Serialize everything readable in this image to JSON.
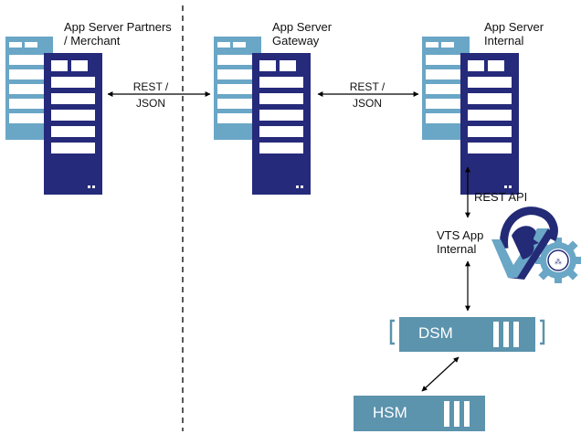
{
  "servers": {
    "partners": {
      "title": "App Server Partners",
      "subtitle": "/ Merchant"
    },
    "gateway": {
      "title": "App Server",
      "subtitle": "Gateway"
    },
    "internal": {
      "title": "App Server",
      "subtitle": "Internal"
    }
  },
  "links": {
    "partners_gateway": {
      "line1": "REST /",
      "line2": "JSON"
    },
    "gateway_internal": {
      "line1": "REST /",
      "line2": "JSON"
    },
    "internal_vts": "REST API"
  },
  "vts": {
    "line1": "VTS App",
    "line2": "Internal"
  },
  "dsm": {
    "label": "DSM"
  },
  "hsm": {
    "label": "HSM"
  },
  "colors": {
    "server_back": "#6aa6c6",
    "server_front": "#252a7a",
    "appliance": "#5c93ad",
    "logo_dark": "#232a76",
    "logo_light": "#6aa6c6",
    "arrow": "#000000"
  }
}
